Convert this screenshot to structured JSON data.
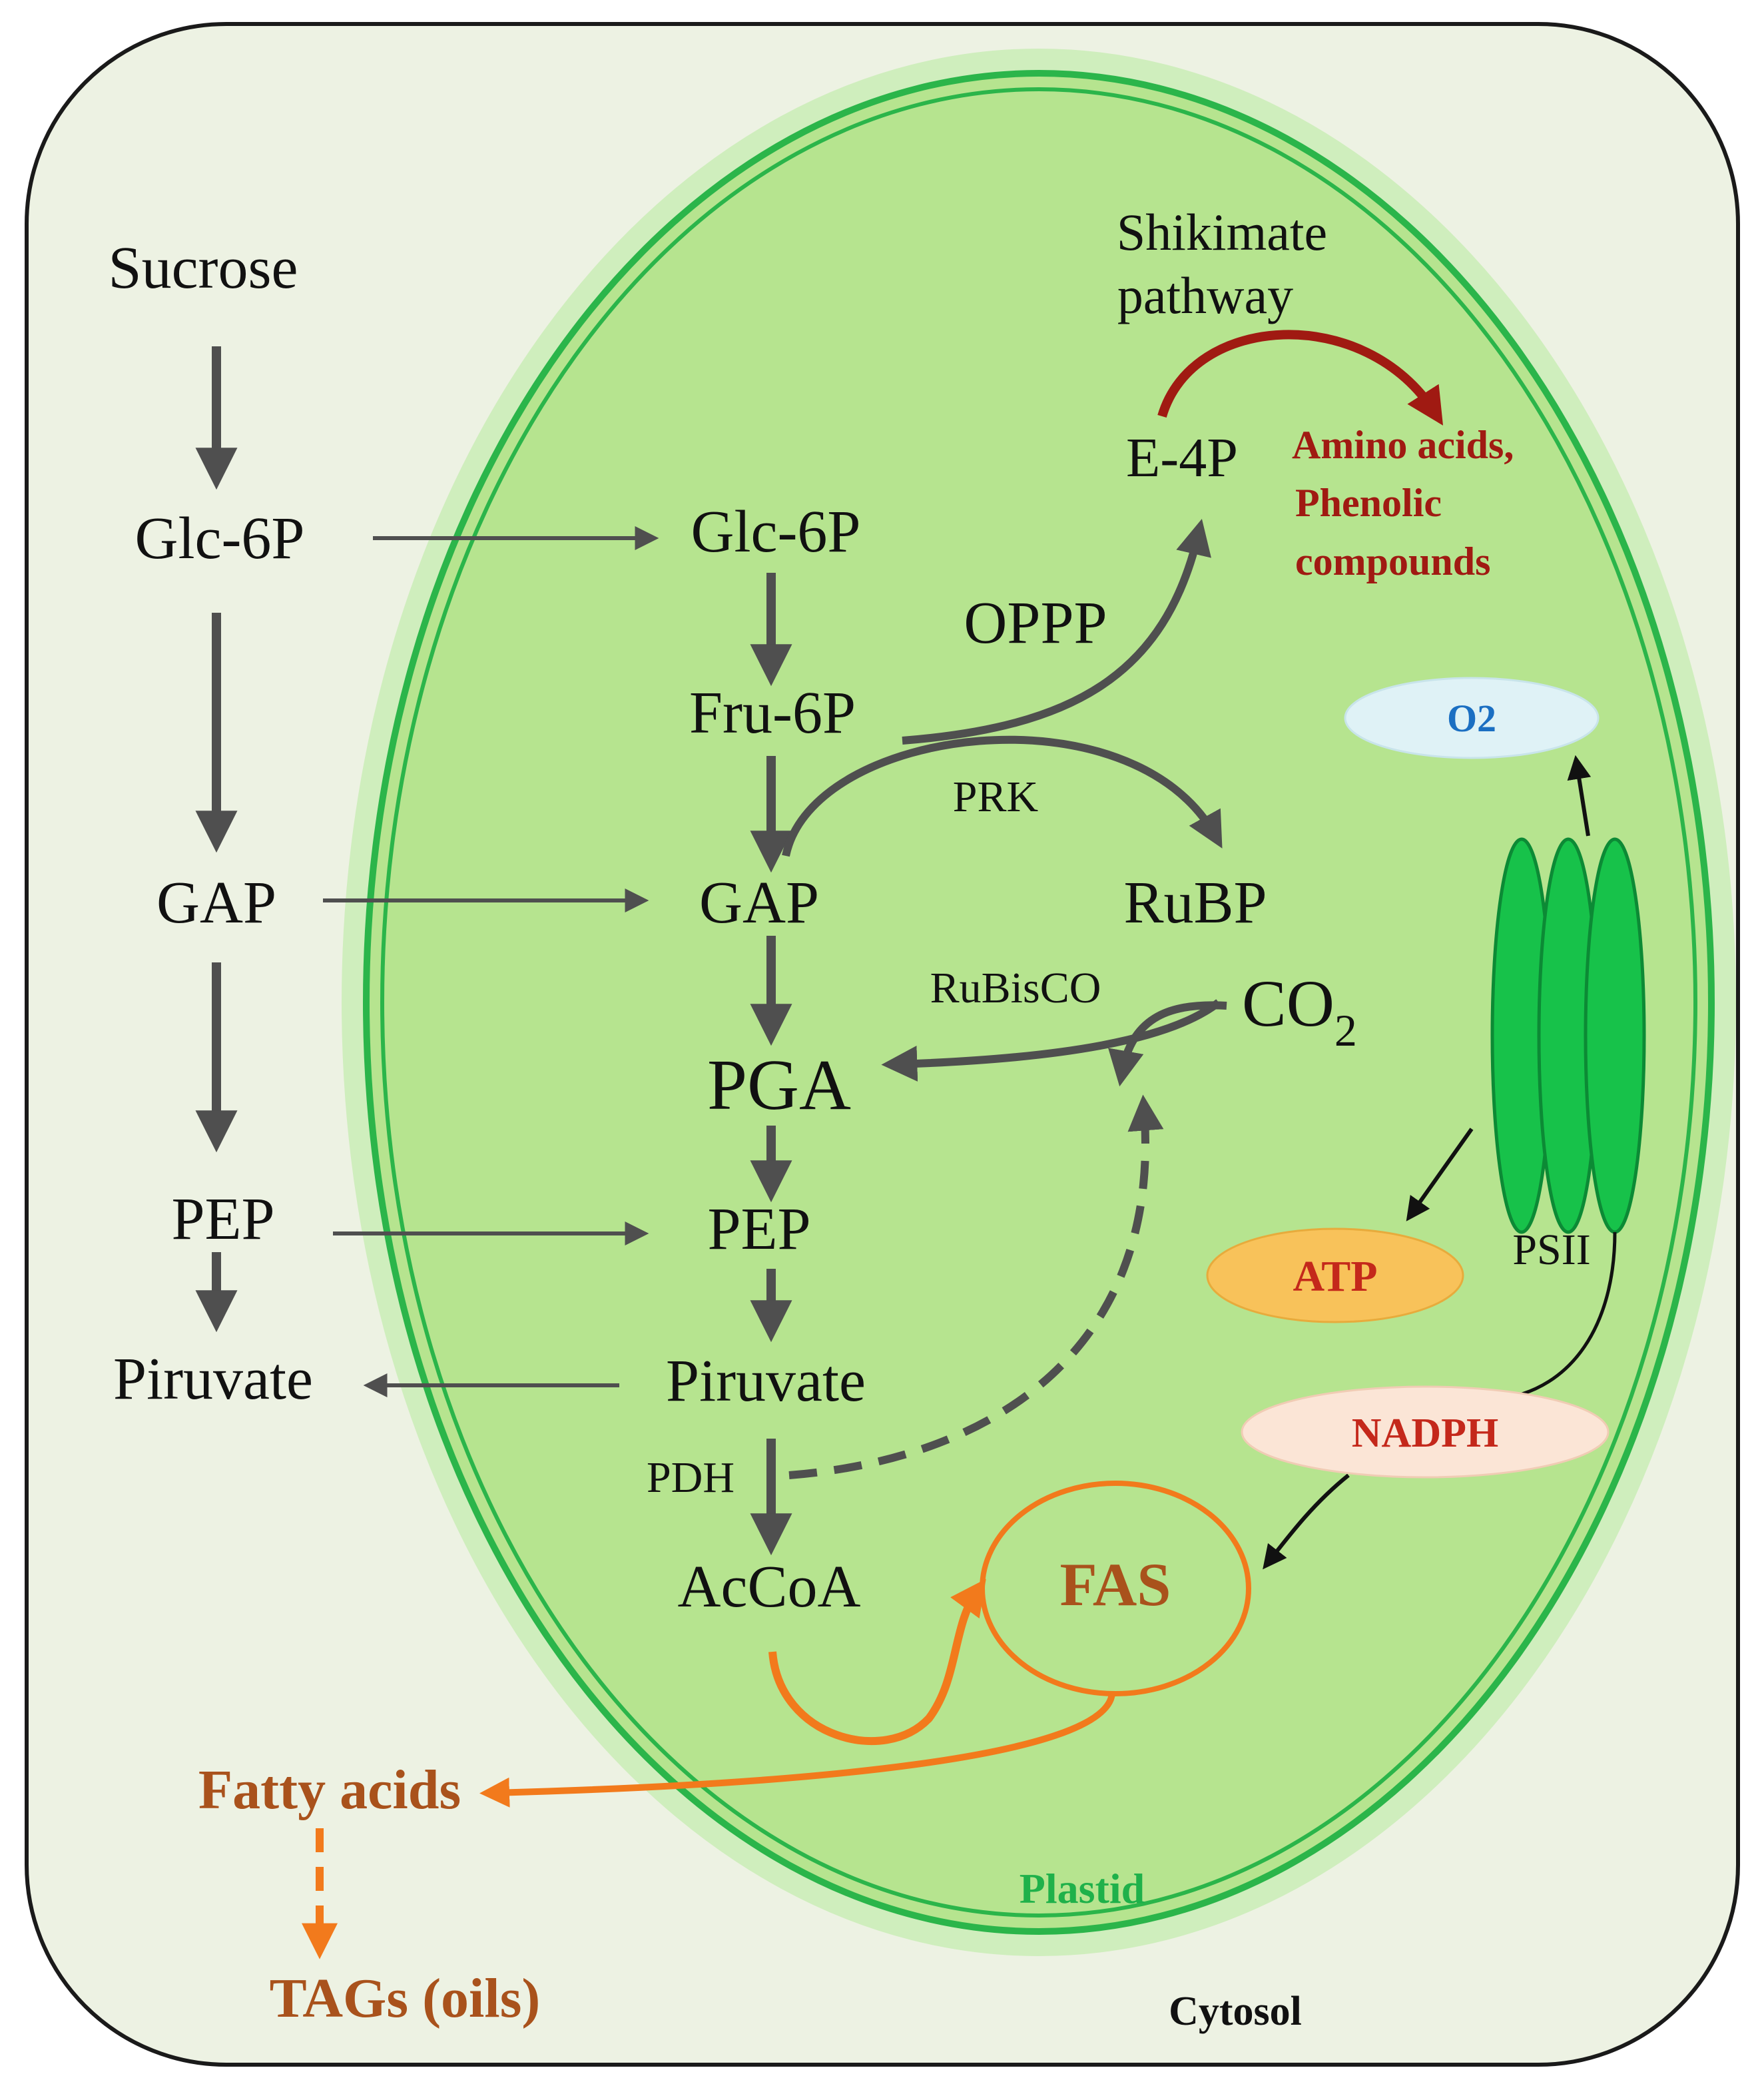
{
  "compartments": {
    "cytosol": "Cytosol",
    "plastid": "Plastid"
  },
  "cytosol_nodes": {
    "sucrose": "Sucrose",
    "glc6p": "Glc-6P",
    "gap": "GAP",
    "pep": "PEP",
    "piruvate": "Piruvate",
    "fatty_acids": "Fatty acids",
    "tags": "TAGs (oils)"
  },
  "plastid_nodes": {
    "glc6p": "Glc-6P",
    "fru6p": "Fru-6P",
    "gap": "GAP",
    "pga": "PGA",
    "pep": "PEP",
    "piruvate": "Piruvate",
    "accoa": "AcCoA",
    "rubp": "RuBP",
    "co2_main": "CO",
    "co2_sub": "2",
    "e4p": "E-4P",
    "fas": "FAS"
  },
  "enzymes": {
    "oppp": "OPPP",
    "prk": "PRK",
    "rubisco": "RuBisCO",
    "pdh": "PDH",
    "psii": "PSII"
  },
  "shikimate": {
    "line1": "Shikimate",
    "line2": "pathway",
    "products": [
      "Amino acids,",
      "Phenolic",
      "compounds"
    ]
  },
  "energy": {
    "o2": "O2",
    "atp": "ATP",
    "nadph": "NADPH"
  },
  "colors": {
    "cytosol_fill": "#edf2e3",
    "plastid_fill": "#b6e48f",
    "plastid_membrane": "#2bb54a",
    "arrow_gray": "#4f4f4f",
    "shikimate_red": "#a01a12",
    "orange": "#f27a1c",
    "brown_text": "#a9521c",
    "psii_green": "#17c24a",
    "o2_fill": "#dff2f6",
    "o2_text": "#1b6fc2",
    "atp_fill": "#f8c25a",
    "atp_text": "#c4281b",
    "nadph_fill": "#fbe5d6",
    "nadph_text": "#c4281b"
  }
}
